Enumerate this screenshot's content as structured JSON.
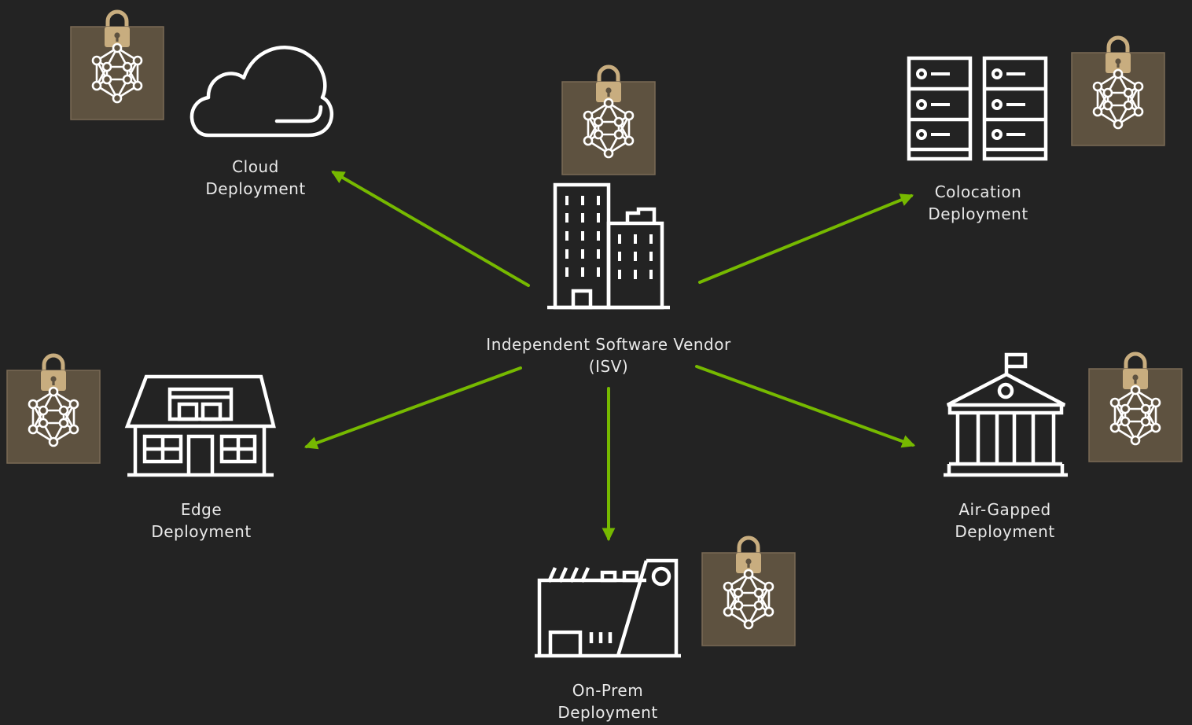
{
  "colors": {
    "background": "#232323",
    "arrow": "#76b900",
    "icon_stroke": "#ffffff",
    "model_box": "#5e5240",
    "lock": "#c8ad7f"
  },
  "center": {
    "line1": "Independent Software Vendor",
    "line2": "(ISV)",
    "icon": "office-buildings-icon"
  },
  "targets": [
    {
      "id": "cloud",
      "line1": "Cloud",
      "line2": "Deployment",
      "icon": "cloud-icon"
    },
    {
      "id": "colocation",
      "line1": "Colocation",
      "line2": "Deployment",
      "icon": "server-racks-icon"
    },
    {
      "id": "edge",
      "line1": "Edge",
      "line2": "Deployment",
      "icon": "house-icon"
    },
    {
      "id": "air-gapped",
      "line1": "Air-Gapped",
      "line2": "Deployment",
      "icon": "government-building-icon"
    },
    {
      "id": "on-prem",
      "line1": "On-Prem",
      "line2": "Deployment",
      "icon": "factory-icon"
    }
  ],
  "model_badge_icon": "locked-neural-network-icon"
}
